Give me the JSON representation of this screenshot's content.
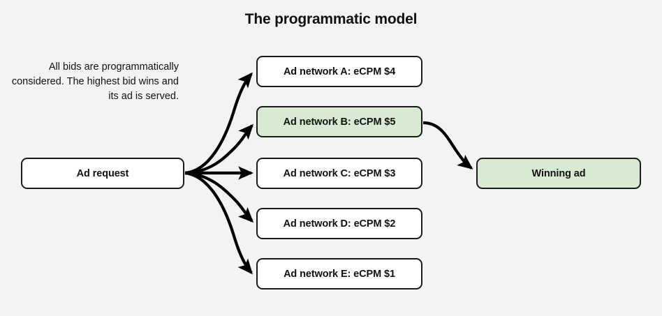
{
  "title": "The programmatic model",
  "caption": "All bids are programmatically considered. The highest bid wins and its ad is served.",
  "colors": {
    "background": "#f3f3f3",
    "box_fill": "#ffffff",
    "box_stroke": "#1a1a1a",
    "highlight_fill": "#d9ead3",
    "text": "#111111",
    "arrow": "#000000"
  },
  "nodes": {
    "source": {
      "label": "Ad request",
      "highlighted": false
    },
    "networks": [
      {
        "label": "Ad network A: eCPM $4",
        "network": "A",
        "ecpm": 4,
        "highlighted": false
      },
      {
        "label": "Ad network B: eCPM $5",
        "network": "B",
        "ecpm": 5,
        "highlighted": true
      },
      {
        "label": "Ad network C: eCPM $3",
        "network": "C",
        "ecpm": 3,
        "highlighted": false
      },
      {
        "label": "Ad network D: eCPM $2",
        "network": "D",
        "ecpm": 2,
        "highlighted": false
      },
      {
        "label": "Ad network E: eCPM $1",
        "network": "E",
        "ecpm": 1,
        "highlighted": false
      }
    ],
    "winner": {
      "label": "Winning ad",
      "highlighted": true
    }
  },
  "edges": [
    {
      "from": "Ad request",
      "to": "Ad network A: eCPM $4",
      "style": "curved-arrow"
    },
    {
      "from": "Ad request",
      "to": "Ad network B: eCPM $5",
      "style": "curved-arrow"
    },
    {
      "from": "Ad request",
      "to": "Ad network C: eCPM $3",
      "style": "straight-arrow"
    },
    {
      "from": "Ad request",
      "to": "Ad network D: eCPM $2",
      "style": "curved-arrow"
    },
    {
      "from": "Ad request",
      "to": "Ad network E: eCPM $1",
      "style": "curved-arrow"
    },
    {
      "from": "Ad network B: eCPM $5",
      "to": "Winning ad",
      "style": "curved-arrow"
    }
  ]
}
